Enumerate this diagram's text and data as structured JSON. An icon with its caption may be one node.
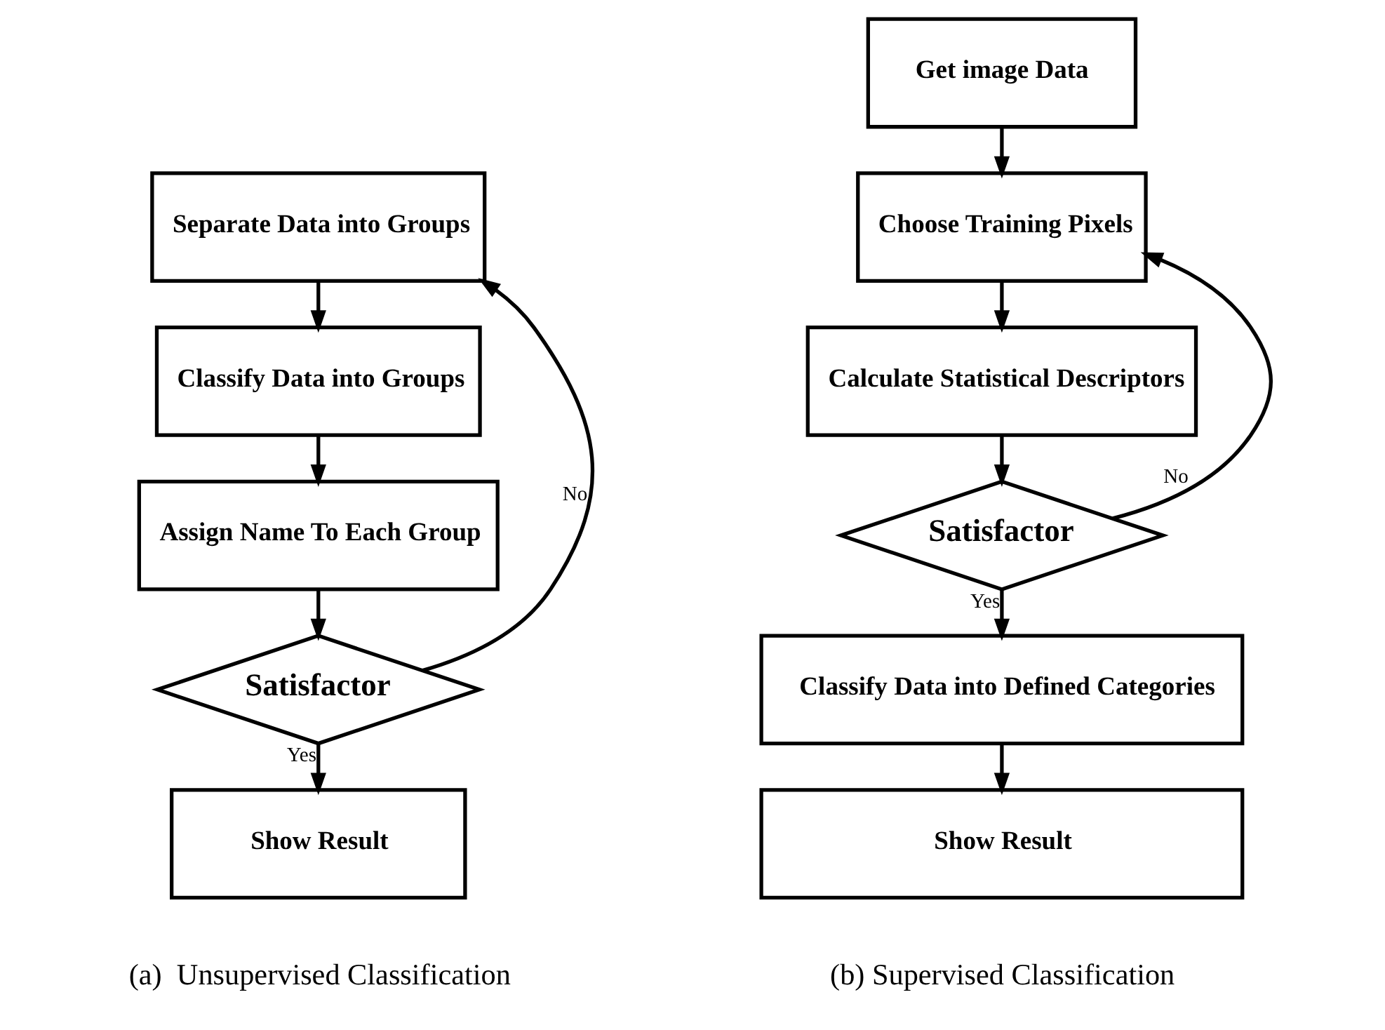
{
  "diagram": {
    "nodes": [
      {
        "text": [
          "Separate Data into Groups"
        ]
      },
      {
        "text": [
          "Classify Data into Groups"
        ]
      },
      {
        "text": [
          "Assign Name To Each Group"
        ]
      },
      {
        "text": [
          "Satisfactor"
        ]
      },
      {
        "text": [
          "Show Result"
        ]
      },
      {
        "text": [
          "Get image Data"
        ]
      },
      {
        "text": [
          "Choose Training Pixels"
        ]
      },
      {
        "text": [
          "Calculate Statistical Descriptors"
        ]
      },
      {
        "text": [
          "Satisfactor"
        ]
      },
      {
        "text": [
          "Classify Data into Defined Categories"
        ]
      },
      {
        "text": [
          "Show Result"
        ]
      }
    ],
    "edges": [
      {
        "from": 0,
        "to": 1,
        "arrow": "to"
      },
      {
        "from": 1,
        "to": 2,
        "arrow": "to"
      },
      {
        "from": 2,
        "to": 3,
        "arrow": "to"
      },
      {
        "from": 3,
        "to": 0,
        "arrow": "to",
        "label": "No"
      },
      {
        "from": 3,
        "to": 4,
        "arrow": "to",
        "label": "Yes"
      },
      {
        "from": 5,
        "to": 6,
        "arrow": "to"
      },
      {
        "from": 6,
        "to": 7,
        "arrow": "to"
      },
      {
        "from": 7,
        "to": 8,
        "arrow": "to"
      },
      {
        "from": 8,
        "to": 6,
        "arrow": "to",
        "label": "No"
      },
      {
        "from": 8,
        "to": 9,
        "arrow": "to",
        "label": "Yes"
      },
      {
        "from": 9,
        "to": 10,
        "arrow": "to"
      }
    ],
    "labels": [
      "(a)  Unsupervised Classification",
      "(b) Supervised Classification"
    ]
  }
}
